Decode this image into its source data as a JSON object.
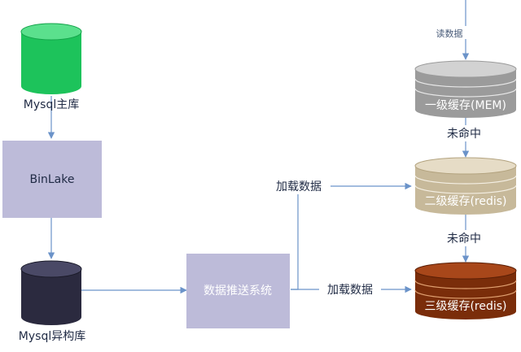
{
  "nodes": {
    "mysql_master": {
      "label": "Mysql主库",
      "color": "#1dc35b"
    },
    "binlake": {
      "label": "BinLake",
      "color": "#bdbbd9"
    },
    "mysql_hetero": {
      "label": "Mysql异构库",
      "color": "#2b2a3f"
    },
    "push_system": {
      "label": "数据推送系统",
      "color": "#bdbbd9"
    },
    "cache_l1": {
      "label": "一级缓存(MEM)",
      "color": "#9b9b9b"
    },
    "cache_l2": {
      "label": "二级缓存(redis)",
      "color": "#c7b99a"
    },
    "cache_l3": {
      "label": "三级缓存(redis)",
      "color": "#7a2d0a"
    }
  },
  "edges": {
    "read_data": "读数据",
    "miss_1": "未命中",
    "miss_2": "未命中",
    "load_data_1": "加载数据",
    "load_data_2": "加载数据"
  },
  "colors": {
    "arrow": "#6b93c9",
    "text_dark": "#1f2a44",
    "text_light": "#ffffff"
  }
}
